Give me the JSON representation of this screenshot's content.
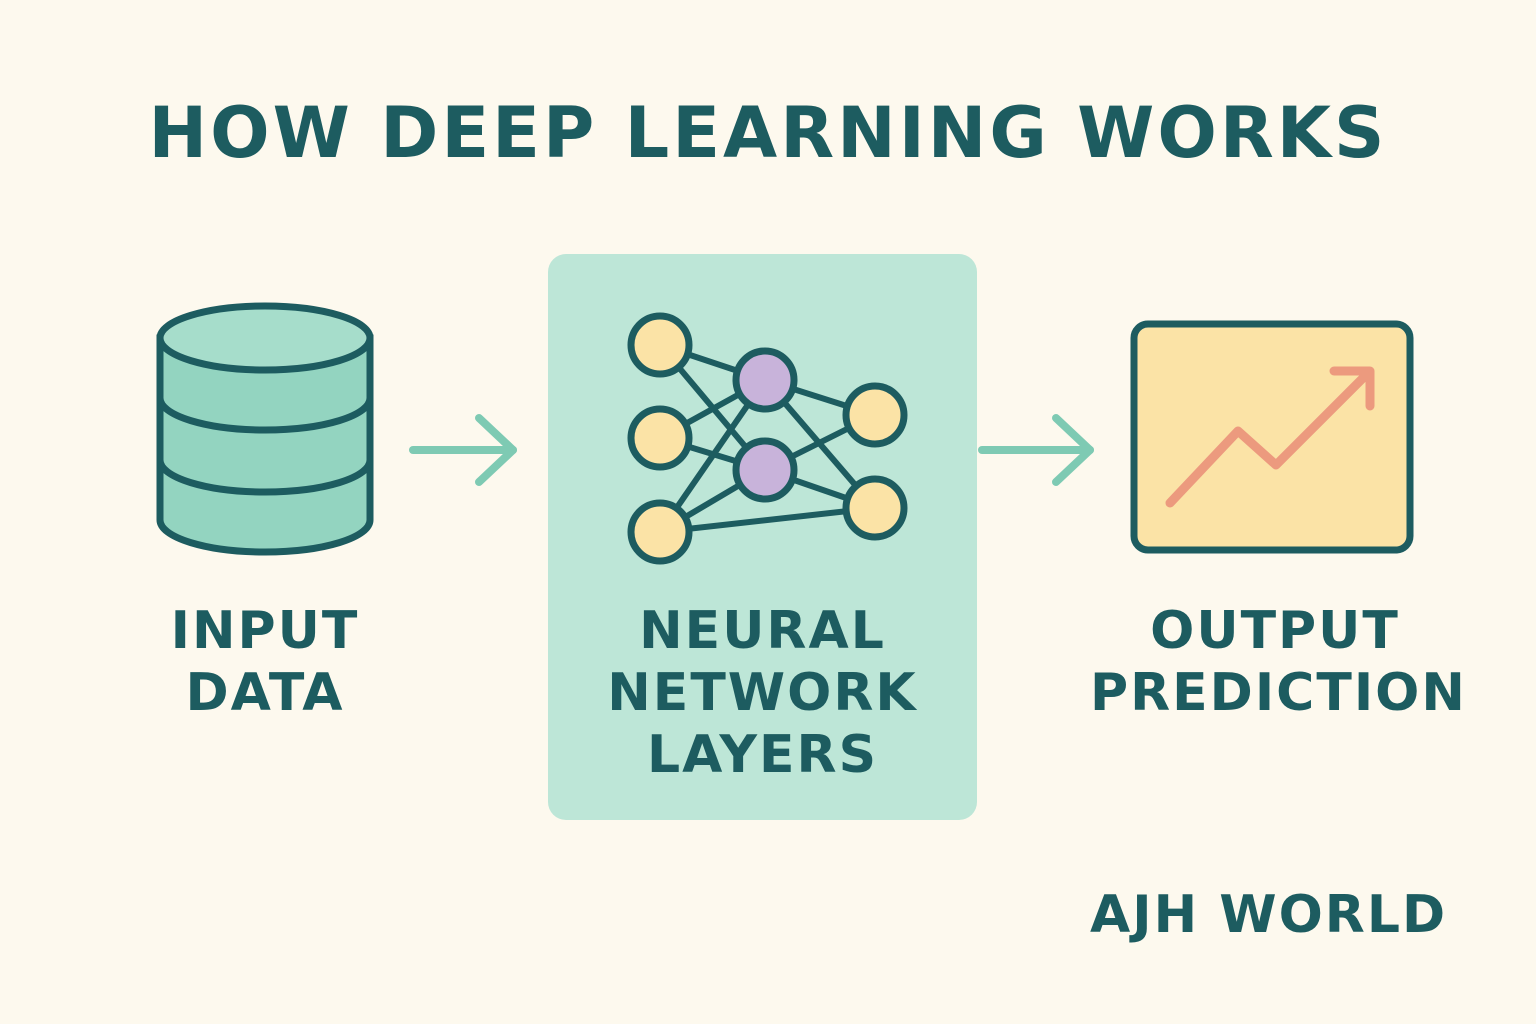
{
  "title": "HOW DEEP LEARNING WORKS",
  "steps": [
    {
      "icon": "database-icon",
      "label_line1": "INPUT",
      "label_line2": "DATA"
    },
    {
      "icon": "neural-network-icon",
      "label_line1": "NEURAL",
      "label_line2": "NETWORK",
      "label_line3": "LAYERS"
    },
    {
      "icon": "trend-chart-icon",
      "label_line1": "OUTPUT",
      "label_line2": "PREDICTION"
    }
  ],
  "brand": "AJH WORLD",
  "colors": {
    "background": "#fdf9ee",
    "text": "#1d5c60",
    "panel": "#bde6d7",
    "arrow": "#7ecab3",
    "node_input_output": "#fbe3a6",
    "node_hidden": "#c8b3da",
    "database_fill": "#93d4c0",
    "chart_fill": "#fbe3a6",
    "trend_line": "#ec9a7e"
  }
}
